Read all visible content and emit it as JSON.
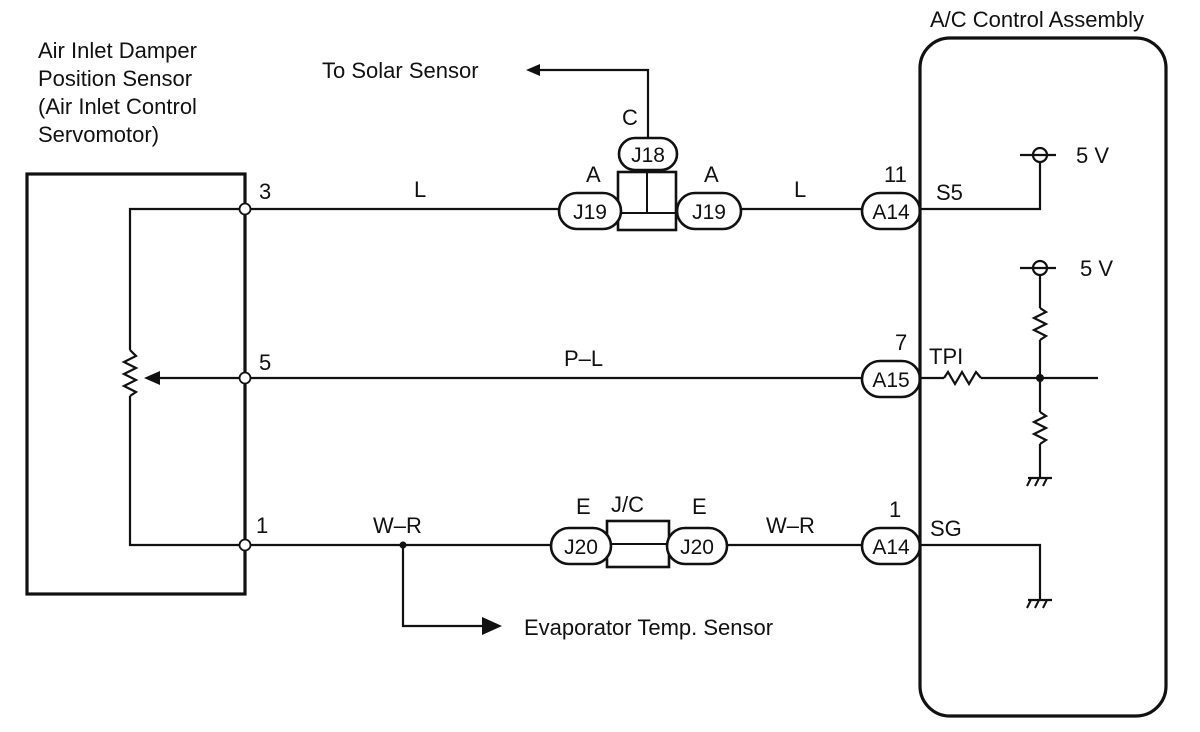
{
  "sensor_box": {
    "title_lines": [
      "Air Inlet Damper",
      "Position Sensor",
      "(Air Inlet Control",
      "Servomotor)"
    ]
  },
  "control_box": {
    "title": "A/C Control Assembly"
  },
  "pins": {
    "sensor_3": "3",
    "sensor_5": "5",
    "sensor_1": "1",
    "ecu_11": "11",
    "ecu_7": "7",
    "ecu_1": "1"
  },
  "signals": {
    "s5": "S5",
    "tpi": "TPI",
    "sg": "SG",
    "v5_top": "5 V",
    "v5_mid": "5 V"
  },
  "wires": {
    "l_left": "L",
    "l_right": "L",
    "pl": "P–L",
    "wr_left": "W–R",
    "wr_right": "W–R"
  },
  "connectors": {
    "j18": "J18",
    "j19_left": "J19",
    "j19_right": "J19",
    "j20_left": "J20",
    "j20_right": "J20",
    "a14_top": "A14",
    "a15": "A15",
    "a14_bottom": "A14"
  },
  "connector_pins": {
    "j18_c": "C",
    "j19_a_left": "A",
    "j19_a_right": "A",
    "j20_e_left": "E",
    "j20_e_right": "E"
  },
  "junction": {
    "jc": "J/C"
  },
  "destinations": {
    "solar": "To Solar Sensor",
    "evap": "Evaporator Temp. Sensor"
  }
}
